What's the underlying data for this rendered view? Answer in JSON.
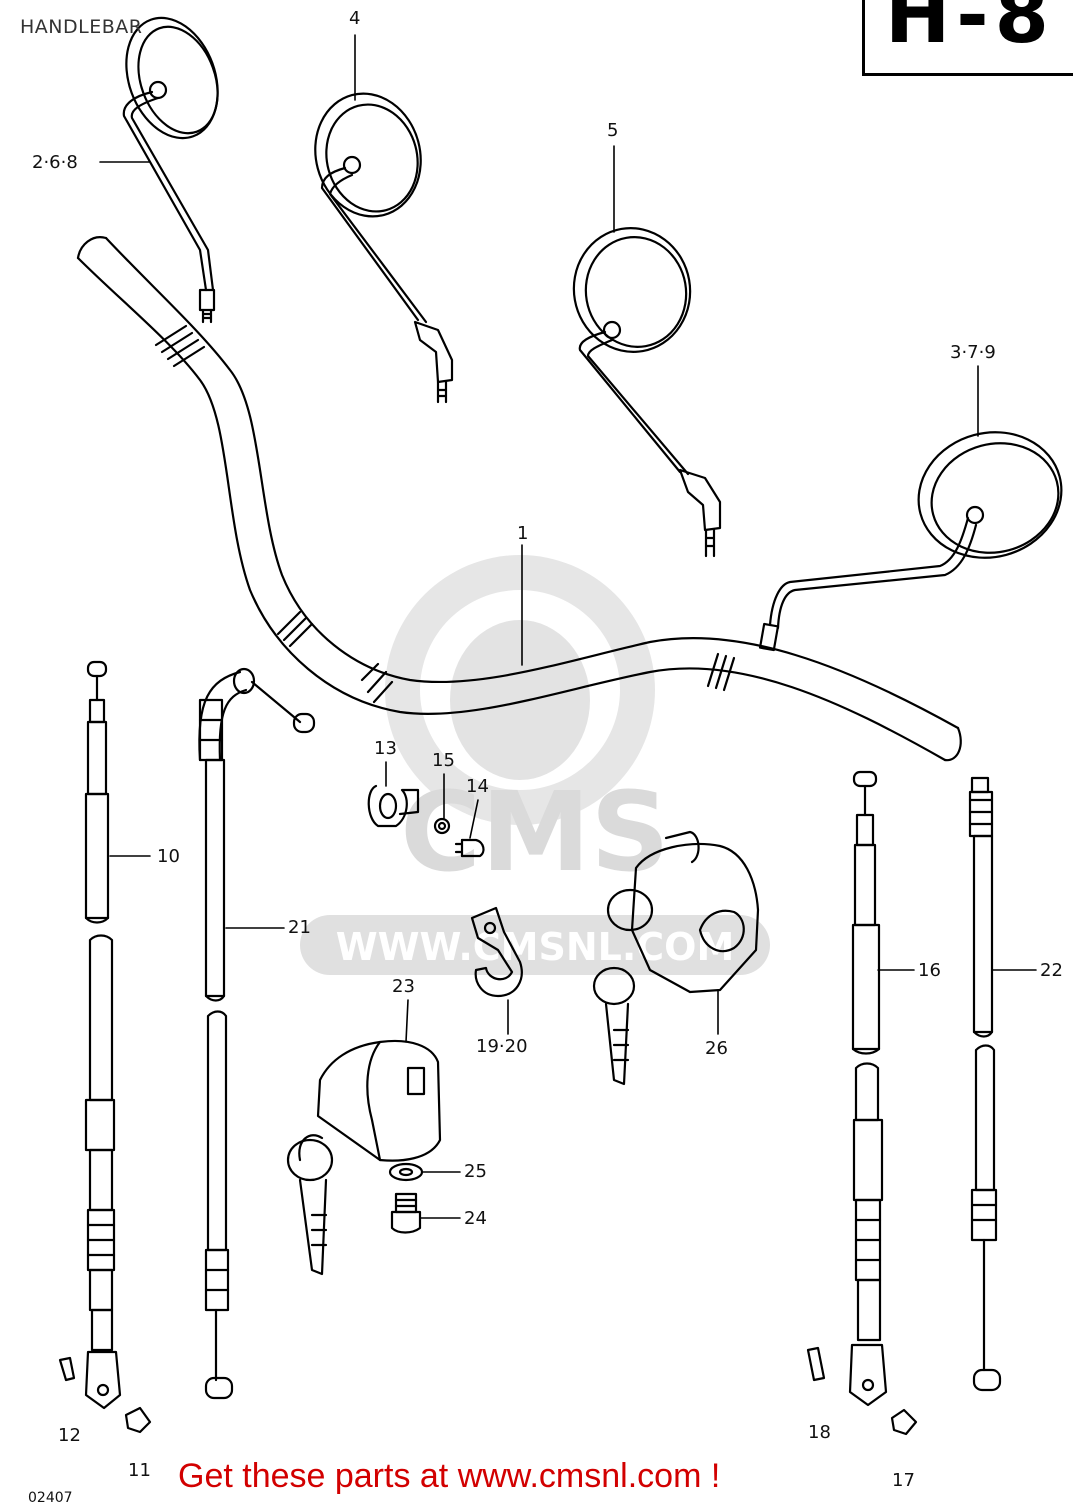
{
  "title": "HANDLEBAR",
  "plate_text": "H-8",
  "footer_link": "Get these parts at www.cmsnl.com !",
  "watermark": "WWW.CMSNL.COM",
  "diagram_code": "02407",
  "callouts": {
    "c1": "1",
    "c268": "2·6·8",
    "c379": "3·7·9",
    "c4": "4",
    "c5": "5",
    "c10": "10",
    "c11": "11",
    "c12": "12",
    "c13": "13",
    "c14": "14",
    "c15": "15",
    "c16": "16",
    "c17": "17",
    "c18": "18",
    "c1920": "19·20",
    "c21": "21",
    "c22": "22",
    "c23": "23",
    "c24": "24",
    "c25": "25",
    "c26": "26"
  },
  "colors": {
    "line": "#000000",
    "watermark": "#d9d9d9",
    "footer": "#d20000"
  }
}
